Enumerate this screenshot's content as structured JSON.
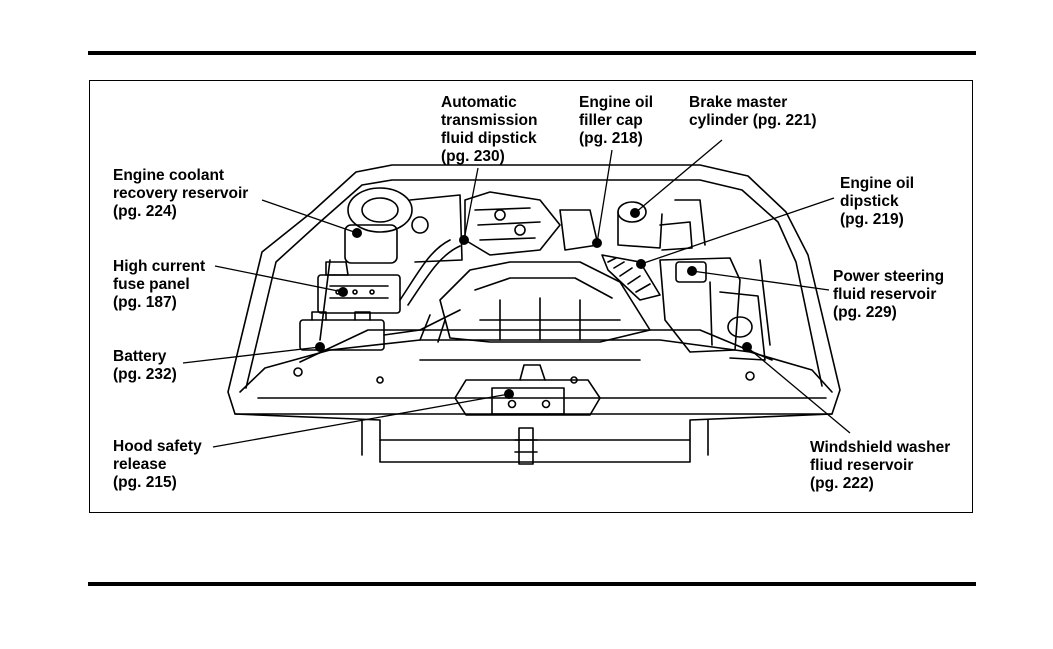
{
  "callouts": {
    "automatic_transmission": "Automatic\ntransmission\nfluid dipstick\n(pg. 230)",
    "engine_oil_filler_cap": "Engine oil\nfiller cap\n(pg. 218)",
    "brake_master_cylinder": "Brake master\ncylinder (pg. 221)",
    "engine_coolant_reservoir": "Engine coolant\nrecovery reservoir\n(pg. 224)",
    "engine_oil_dipstick": "Engine oil\ndipstick\n(pg. 219)",
    "high_current_fuse_panel": "High current\nfuse panel\n(pg. 187)",
    "power_steering_reservoir": "Power steering\nfluid reservoir\n(pg. 229)",
    "battery": "Battery\n(pg. 232)",
    "hood_safety_release": "Hood safety\nrelease\n(pg. 215)",
    "windshield_washer_reservoir": "Windshield washer\nfliud reservoir\n(pg. 222)"
  },
  "colors": {
    "ink": "#000000",
    "paper": "#ffffff"
  }
}
